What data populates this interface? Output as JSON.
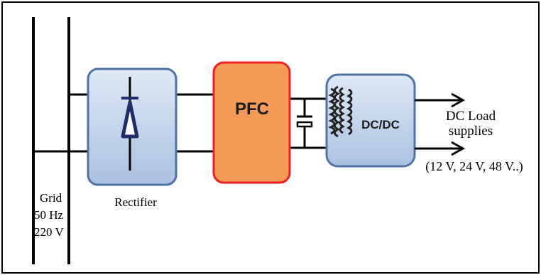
{
  "blocks": {
    "pfc": "PFC",
    "dcdc": "DC/DC"
  },
  "labels": {
    "rectifier": "Rectifier",
    "grid_line1": "Grid",
    "grid_line2": "50 Hz",
    "grid_line3": "220 V",
    "load_line1": "DC Load",
    "load_line2": "supplies",
    "voltages": "(12 V, 24 V, 48 V..)"
  },
  "colors": {
    "blue_fill": "#c9d9ee",
    "blue_stroke": "#4d73a6",
    "pfc_fill": "#f39a57",
    "pfc_stroke": "#ee2020",
    "diode": "#1f2e6b"
  }
}
